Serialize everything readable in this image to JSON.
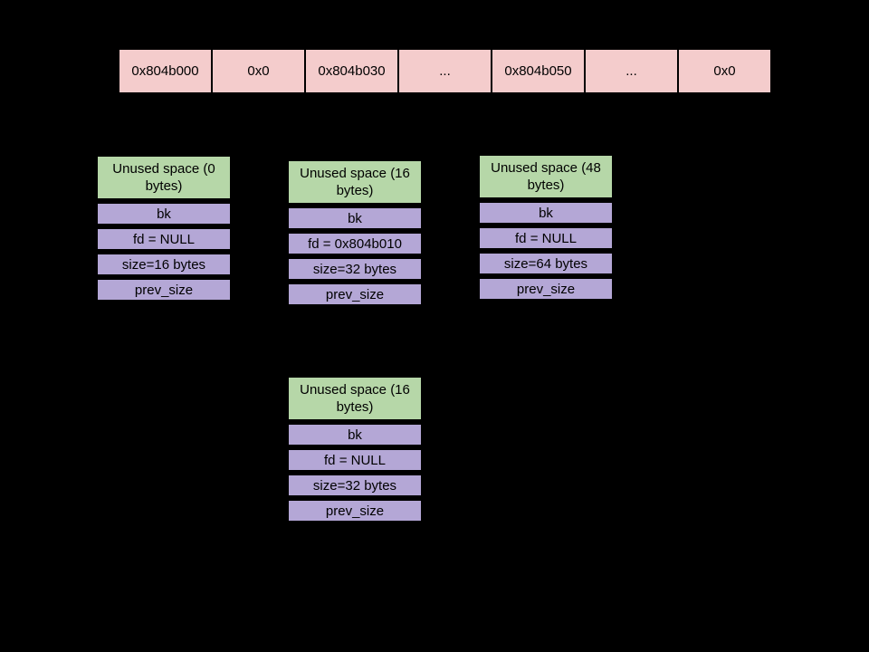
{
  "colors": {
    "background": "#000000",
    "memory_cell_fill": "#f4cccc",
    "chunk_header_fill": "#b6d7a8",
    "chunk_row_fill": "#b4a7d6",
    "border": "#000000",
    "text": "#000000"
  },
  "memory_row": {
    "cells": [
      "0x804b000",
      "0x0",
      "0x804b030",
      "...",
      "0x804b050",
      "...",
      "0x0"
    ]
  },
  "chunks": [
    {
      "header": "Unused space (0 bytes)",
      "rows": [
        "bk",
        "fd = NULL",
        "size=16 bytes",
        "prev_size"
      ]
    },
    {
      "header": "Unused space (16 bytes)",
      "rows": [
        "bk",
        "fd = 0x804b010",
        "size=32 bytes",
        "prev_size"
      ]
    },
    {
      "header": "Unused space (48 bytes)",
      "rows": [
        "bk",
        "fd = NULL",
        "size=64 bytes",
        "prev_size"
      ]
    },
    {
      "header": "Unused space (16 bytes)",
      "rows": [
        "bk",
        "fd = NULL",
        "size=32 bytes",
        "prev_size"
      ]
    }
  ]
}
